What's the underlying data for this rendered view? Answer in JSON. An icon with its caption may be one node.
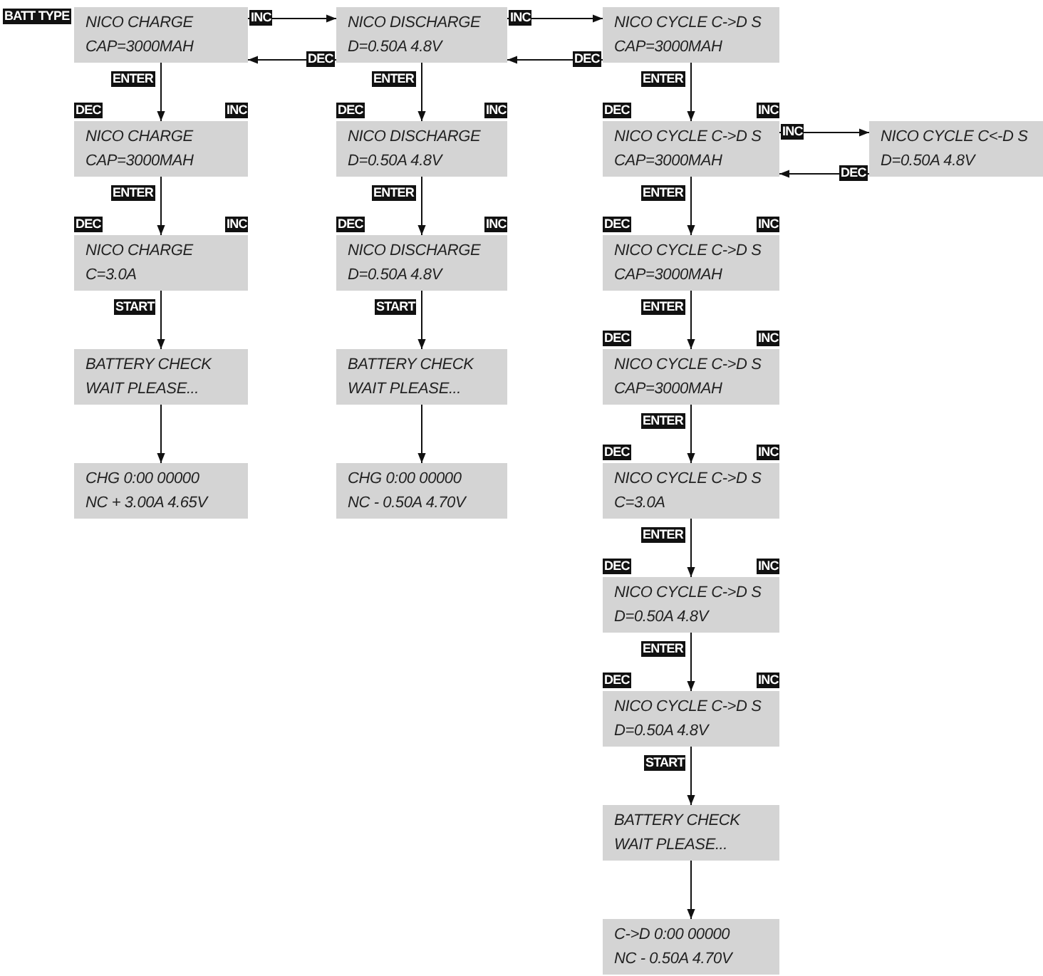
{
  "diagram": {
    "nodes": [
      {
        "text": [
          "NICO CHARGE",
          "CAP=3000MAH"
        ],
        "beside": [
          "BATT TYPE"
        ]
      },
      {
        "text": [
          "NICO CHARGE",
          "CAP=3000MAH"
        ],
        "beside": [
          "DEC",
          "INC"
        ]
      },
      {
        "text": [
          "NICO CHARGE",
          "C=3.0A"
        ],
        "beside": [
          "DEC",
          "INC"
        ]
      },
      {
        "text": [
          "BATTERY CHECK",
          "WAIT PLEASE..."
        ]
      },
      {
        "text": [
          "CHG 0:00 00000",
          "NC + 3.00A 4.65V"
        ]
      },
      {
        "text": [
          "NICO DISCHARGE",
          "D=0.50A 4.8V"
        ]
      },
      {
        "text": [
          "NICO DISCHARGE",
          "D=0.50A 4.8V"
        ],
        "beside": [
          "DEC",
          "INC"
        ]
      },
      {
        "text": [
          "NICO DISCHARGE",
          "D=0.50A 4.8V"
        ],
        "beside": [
          "DEC",
          "INC"
        ]
      },
      {
        "text": [
          "BATTERY CHECK",
          "WAIT PLEASE..."
        ]
      },
      {
        "text": [
          "CHG 0:00 00000",
          "NC - 0.50A 4.70V"
        ]
      },
      {
        "text": [
          "NICO CYCLE C->D S",
          "CAP=3000MAH"
        ]
      },
      {
        "text": [
          "NICO CYCLE C->D S",
          "CAP=3000MAH"
        ],
        "beside": [
          "DEC",
          "INC"
        ]
      },
      {
        "text": [
          "NICO CYCLE C<-D S",
          "D=0.50A 4.8V"
        ]
      },
      {
        "text": [
          "NICO CYCLE C->D S",
          "CAP=3000MAH"
        ],
        "beside": [
          "DEC",
          "INC"
        ]
      },
      {
        "text": [
          "NICO CYCLE C->D S",
          "CAP=3000MAH"
        ],
        "beside": [
          "DEC",
          "INC"
        ]
      },
      {
        "text": [
          "NICO CYCLE C->D S",
          "C=3.0A"
        ],
        "beside": [
          "DEC",
          "INC"
        ]
      },
      {
        "text": [
          "NICO CYCLE C->D S",
          "D=0.50A 4.8V"
        ],
        "beside": [
          "DEC",
          "INC"
        ]
      },
      {
        "text": [
          "NICO CYCLE C->D S",
          "D=0.50A 4.8V"
        ],
        "beside": [
          "DEC",
          "INC"
        ]
      },
      {
        "text": [
          "BATTERY CHECK",
          "WAIT PLEASE..."
        ]
      },
      {
        "text": [
          "C->D 0:00 00000",
          "NC - 0.50A 4.70V"
        ]
      }
    ],
    "edges": [
      {
        "from": 0,
        "to": 1,
        "arrow": "to",
        "label": "ENTER"
      },
      {
        "from": 1,
        "to": 2,
        "arrow": "to",
        "label": "ENTER"
      },
      {
        "from": 2,
        "to": 3,
        "arrow": "to",
        "label": "START"
      },
      {
        "from": 3,
        "to": 4,
        "arrow": "to"
      },
      {
        "from": 0,
        "to": 5,
        "arrow": "to",
        "label": "INC"
      },
      {
        "from": 5,
        "to": 0,
        "arrow": "to",
        "label": "DEC"
      },
      {
        "from": 5,
        "to": 6,
        "arrow": "to",
        "label": "ENTER"
      },
      {
        "from": 6,
        "to": 7,
        "arrow": "to",
        "label": "ENTER"
      },
      {
        "from": 7,
        "to": 8,
        "arrow": "to",
        "label": "START"
      },
      {
        "from": 8,
        "to": 9,
        "arrow": "to"
      },
      {
        "from": 5,
        "to": 10,
        "arrow": "to",
        "label": "INC"
      },
      {
        "from": 10,
        "to": 5,
        "arrow": "to",
        "label": "DEC"
      },
      {
        "from": 10,
        "to": 11,
        "arrow": "to",
        "label": "ENTER"
      },
      {
        "from": 11,
        "to": 12,
        "arrow": "to",
        "label": "INC"
      },
      {
        "from": 12,
        "to": 11,
        "arrow": "to",
        "label": "DEC"
      },
      {
        "from": 11,
        "to": 13,
        "arrow": "to",
        "label": "ENTER"
      },
      {
        "from": 13,
        "to": 14,
        "arrow": "to",
        "label": "ENTER"
      },
      {
        "from": 14,
        "to": 15,
        "arrow": "to",
        "label": "ENTER"
      },
      {
        "from": 15,
        "to": 16,
        "arrow": "to",
        "label": "ENTER"
      },
      {
        "from": 16,
        "to": 17,
        "arrow": "to",
        "label": "ENTER"
      },
      {
        "from": 17,
        "to": 18,
        "arrow": "to",
        "label": "START"
      },
      {
        "from": 18,
        "to": 19,
        "arrow": "to"
      }
    ]
  }
}
